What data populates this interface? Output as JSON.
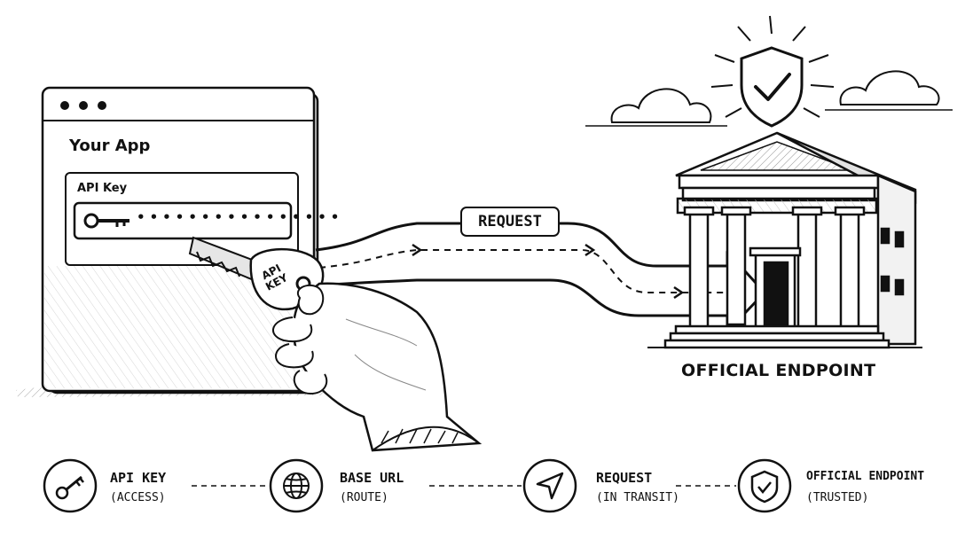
{
  "app": {
    "title": "Your App",
    "field_label": "API Key",
    "masked_value": "••••••••••••••••"
  },
  "key_tag": {
    "line1": "API",
    "line2": "KEY"
  },
  "request_tag": "REQUEST",
  "endpoint_caption": "OFFICIAL ENDPOINT",
  "steps": [
    {
      "title": "API KEY",
      "subtitle": "(ACCESS)",
      "icon": "key-icon"
    },
    {
      "title": "BASE URL",
      "subtitle": "(ROUTE)",
      "icon": "globe-icon"
    },
    {
      "title": "REQUEST",
      "subtitle": "(IN TRANSIT)",
      "icon": "send-icon"
    },
    {
      "title": "OFFICIAL ENDPOINT",
      "subtitle": "(TRUSTED)",
      "icon": "shield-check-icon"
    }
  ]
}
